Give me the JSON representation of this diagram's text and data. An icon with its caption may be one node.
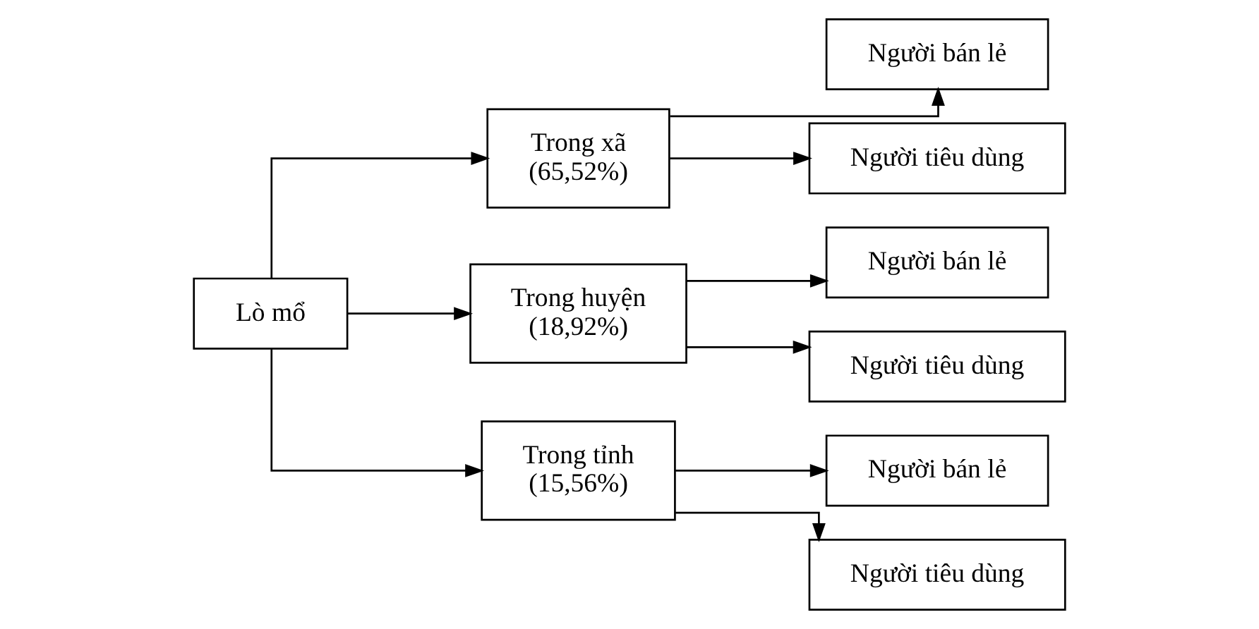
{
  "diagram": {
    "nodes": [
      {
        "text": [
          "Lò mổ"
        ]
      },
      {
        "text": [
          "Trong xã",
          "(65,52%)"
        ]
      },
      {
        "text": [
          "Người bán lẻ"
        ]
      },
      {
        "text": [
          "Người tiêu dùng"
        ]
      },
      {
        "text": [
          "Trong huyện",
          "(18,92%)"
        ]
      },
      {
        "text": [
          "Người bán lẻ"
        ]
      },
      {
        "text": [
          "Người tiêu dùng"
        ]
      },
      {
        "text": [
          "Trong tỉnh",
          "(15,56%)"
        ]
      },
      {
        "text": [
          "Người bán lẻ"
        ]
      },
      {
        "text": [
          "Người tiêu dùng"
        ]
      }
    ],
    "edges": [
      {
        "from": 0,
        "to": 1,
        "arrow": "to"
      },
      {
        "from": 0,
        "to": 4,
        "arrow": "to"
      },
      {
        "from": 0,
        "to": 7,
        "arrow": "to"
      },
      {
        "from": 1,
        "to": 2,
        "arrow": "to"
      },
      {
        "from": 1,
        "to": 3,
        "arrow": "to"
      },
      {
        "from": 4,
        "to": 5,
        "arrow": "to"
      },
      {
        "from": 4,
        "to": 6,
        "arrow": "to"
      },
      {
        "from": 7,
        "to": 8,
        "arrow": "to"
      },
      {
        "from": 7,
        "to": 9,
        "arrow": "to"
      }
    ]
  }
}
